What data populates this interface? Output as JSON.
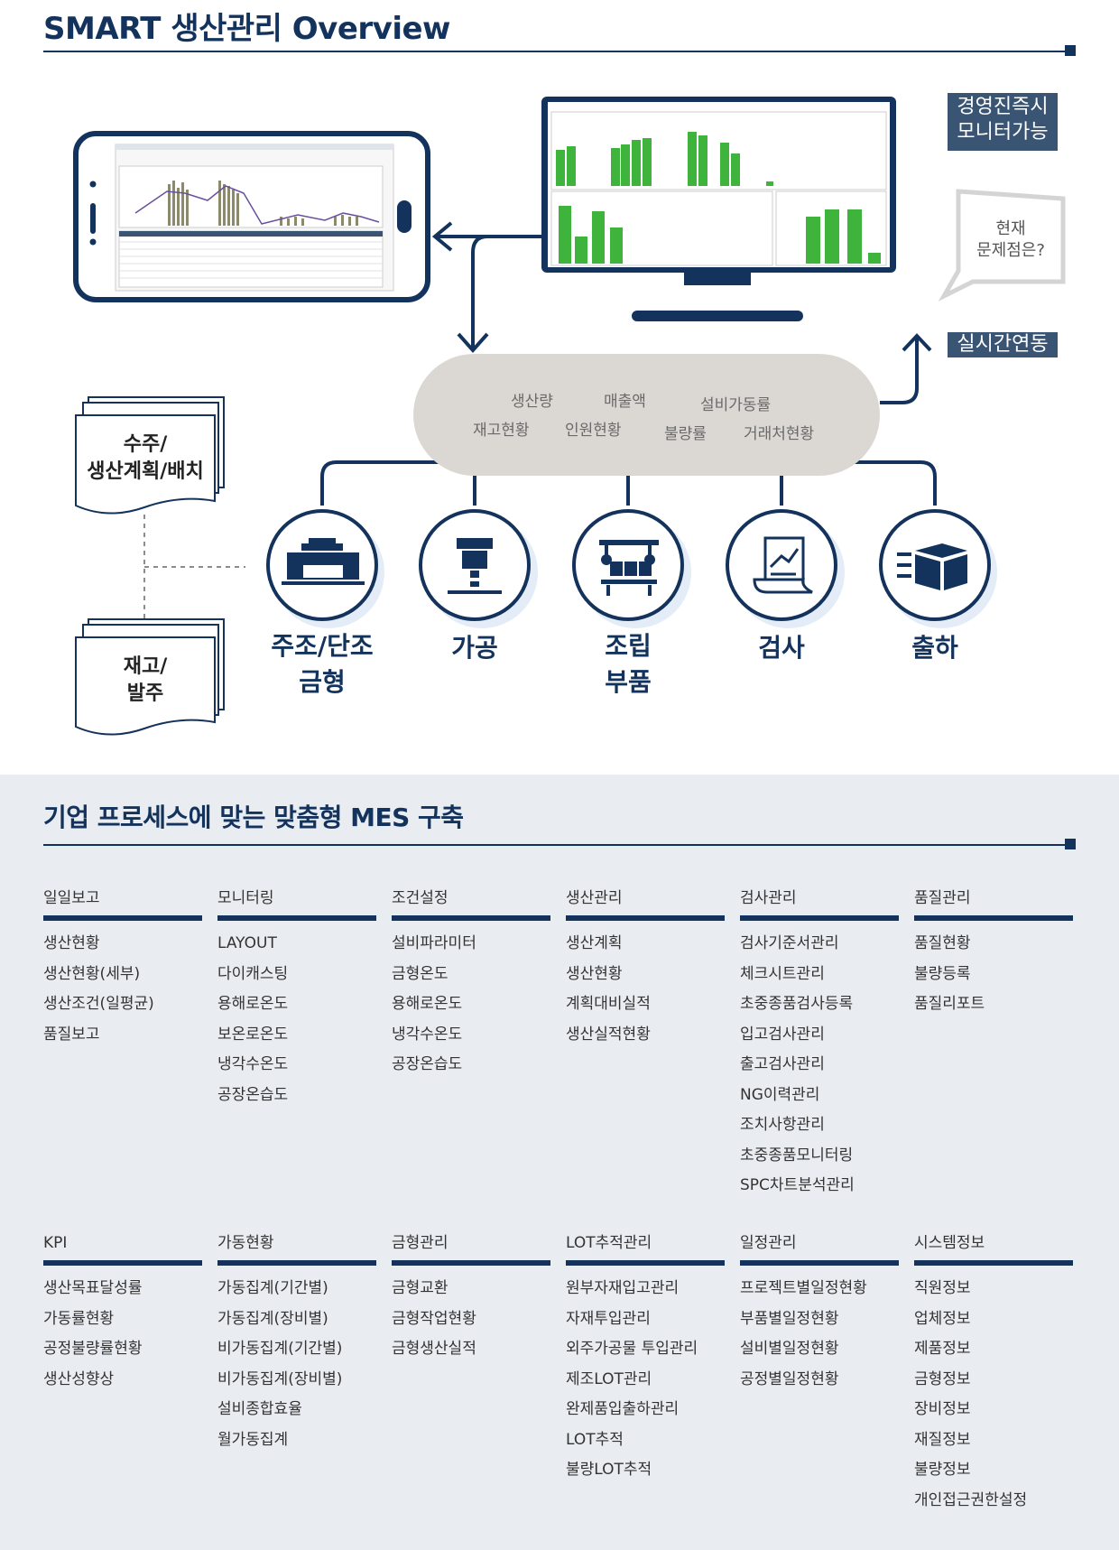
{
  "page_title": "SMART 생산관리 Overview",
  "tags": {
    "monitor": [
      "경영진즉시",
      "모니터가능"
    ],
    "realtime": "실시간연동"
  },
  "bubble": [
    "현재",
    "문제점은?"
  ],
  "data_items": [
    "생산량",
    "매출액",
    "설비가동률",
    "재고현황",
    "인원현황",
    "불량률",
    "거래처현황"
  ],
  "documents": [
    {
      "lines": [
        "수주/",
        "생산계획/배치"
      ]
    },
    {
      "lines": [
        "재고/",
        "발주"
      ]
    }
  ],
  "processes": [
    {
      "lines": [
        "주조/단조",
        "금형"
      ],
      "icon": "furnace-icon"
    },
    {
      "lines": [
        "가공",
        ""
      ],
      "icon": "cnc-machine-icon"
    },
    {
      "lines": [
        "조립",
        "부품"
      ],
      "icon": "assembly-line-icon"
    },
    {
      "lines": [
        "검사",
        ""
      ],
      "icon": "inspection-report-icon"
    },
    {
      "lines": [
        "출하",
        ""
      ],
      "icon": "shipping-box-icon"
    }
  ],
  "mes_title": "기업 프로세스에 맞는 맞춤형 MES 구축",
  "categories_row1": [
    {
      "title": "일일보고",
      "items": [
        "생산현황",
        "생산현황(세부)",
        "생산조건(일평균)",
        "품질보고"
      ]
    },
    {
      "title": "모니터링",
      "items": [
        "LAYOUT",
        "다이캐스팅",
        "용해로온도",
        "보온로온도",
        "냉각수온도",
        "공장온습도"
      ]
    },
    {
      "title": "조건설정",
      "items": [
        "설비파라미터",
        "금형온도",
        "용해로온도",
        "냉각수온도",
        "공장온습도"
      ]
    },
    {
      "title": "생산관리",
      "items": [
        "생산계획",
        "생산현황",
        "계획대비실적",
        "생산실적현황"
      ]
    },
    {
      "title": "검사관리",
      "items": [
        "검사기준서관리",
        "체크시트관리",
        "초중종품검사등록",
        "입고검사관리",
        "출고검사관리",
        "NG이력관리",
        "조치사항관리",
        "초중종품모니터링",
        "SPC차트분석관리"
      ]
    },
    {
      "title": "품질관리",
      "items": [
        "품질현황",
        "불량등록",
        "품질리포트"
      ]
    }
  ],
  "categories_row2": [
    {
      "title": "KPI",
      "items": [
        "생산목표달성률",
        "가동률현황",
        "공정불량률현황",
        "생산성향상"
      ]
    },
    {
      "title": "가동현황",
      "items": [
        "가동집계(기간별)",
        "가동집계(장비별)",
        "비가동집계(기간별)",
        "비가동집계(장비별)",
        "설비종합효율",
        "월가동집계"
      ]
    },
    {
      "title": "금형관리",
      "items": [
        "금형교환",
        "금형작업현황",
        "금형생산실적"
      ]
    },
    {
      "title": "LOT추적관리",
      "items": [
        "원부자재입고관리",
        "자재투입관리",
        "외주가공물 투입관리",
        "제조LOT관리",
        "완제품입출하관리",
        "LOT추적",
        "불량LOT추적"
      ]
    },
    {
      "title": "일정관리",
      "items": [
        "프로젝트별일정현황",
        "부품별일정현황",
        "설비별일정현황",
        "공정별일정현황"
      ]
    },
    {
      "title": "시스템정보",
      "items": [
        "직원정보",
        "업체정보",
        "제품정보",
        "금형정보",
        "장비정보",
        "재질정보",
        "불량정보",
        "개인접근권한설정"
      ]
    }
  ],
  "colors": {
    "navy": "#13335c",
    "tag_bg": "#3a5474",
    "cloud": "#dbd8d4",
    "bar_green": "#3fb43c",
    "lower_bg": "#e9edf2"
  }
}
